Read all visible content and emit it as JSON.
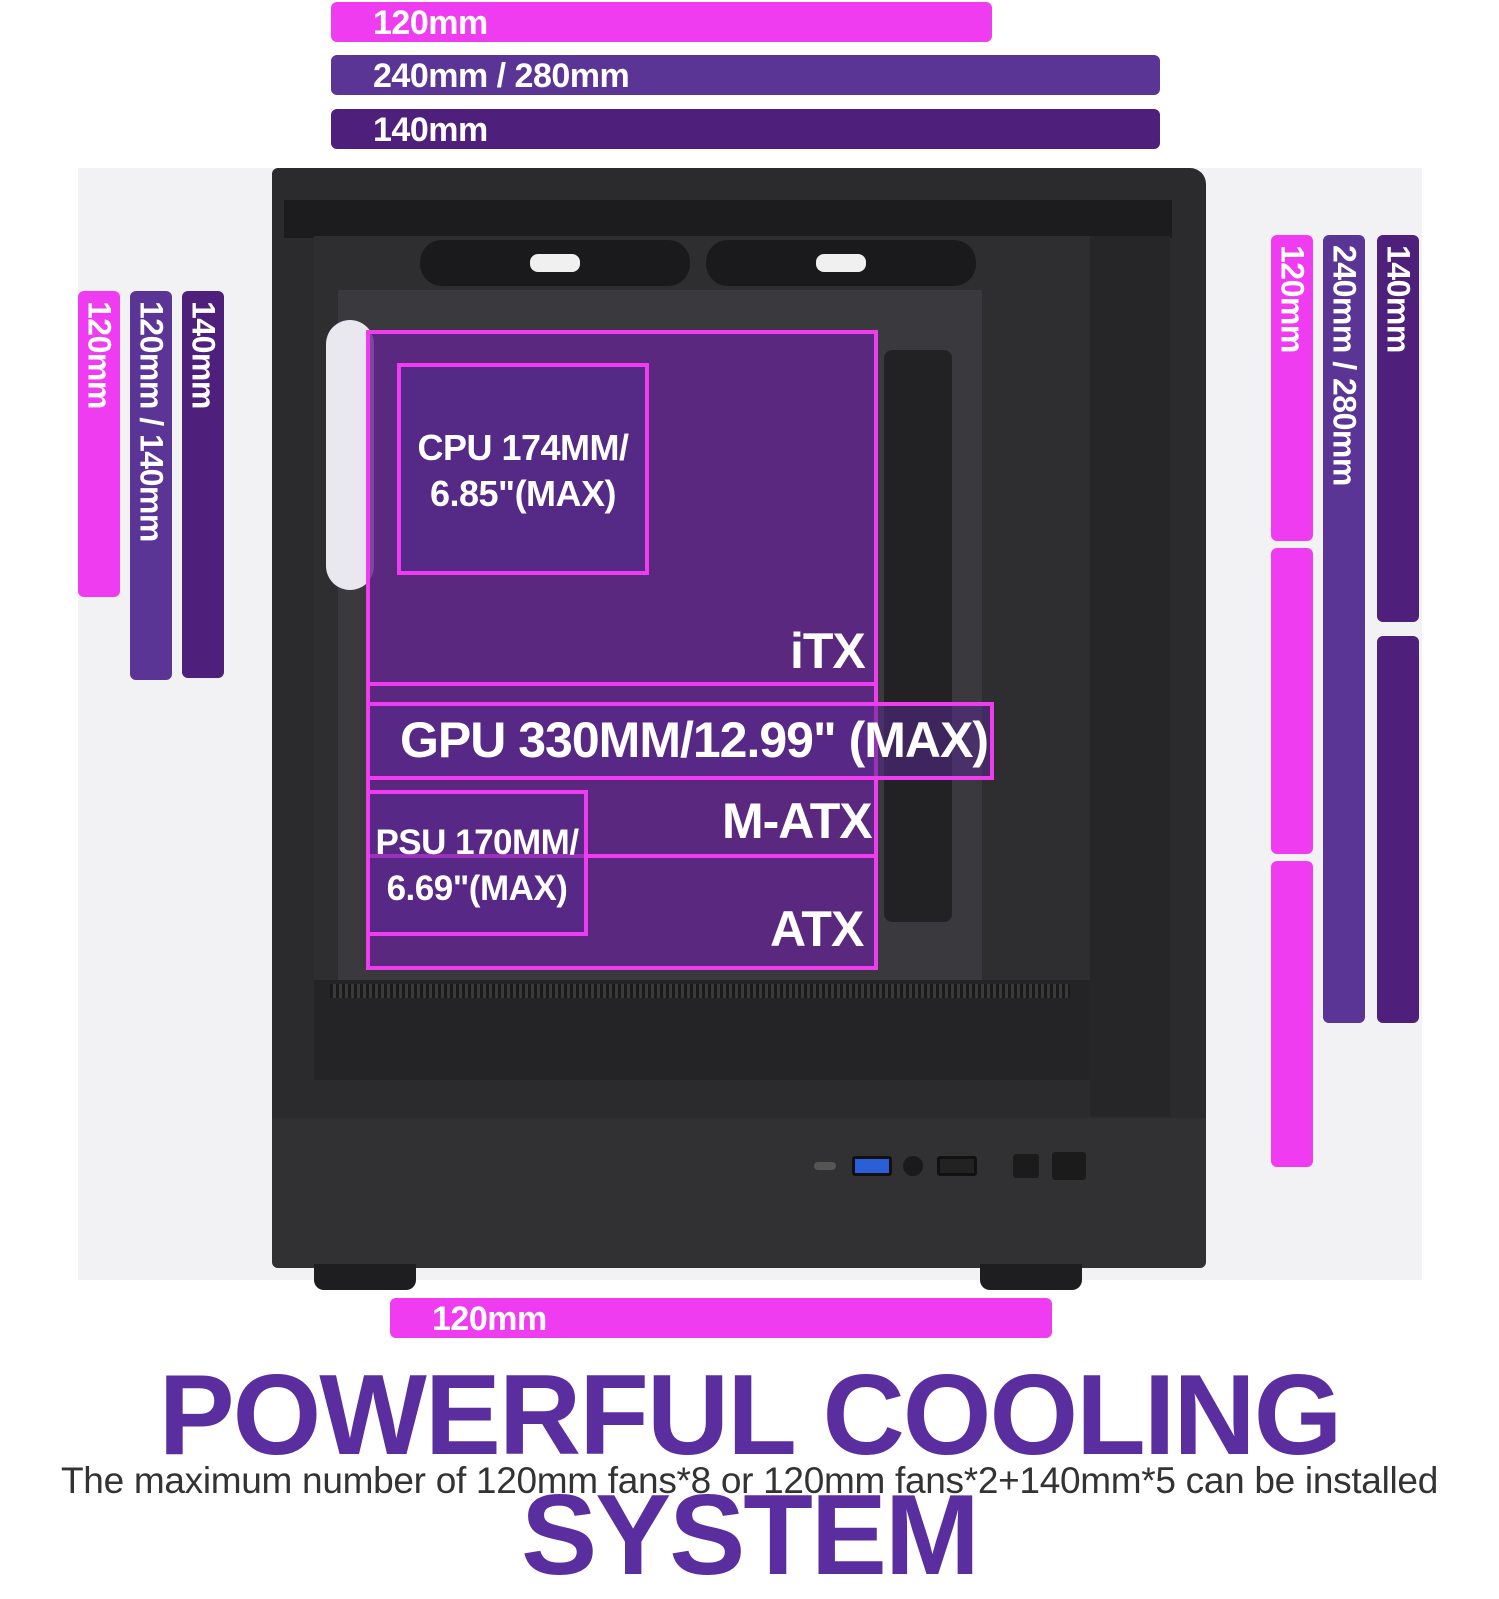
{
  "colors": {
    "pink": "#f03cf0",
    "violet": "#5b3596",
    "purple": "#4f1f7c",
    "title": "#5b2ea0",
    "case": "#2b2b2d"
  },
  "top_fans": {
    "row1_label": "120mm",
    "row2_label": "240mm / 280mm",
    "row3_label": "140mm"
  },
  "left_fans": {
    "label_a": "120mm",
    "label_b": "120mm / 140mm",
    "label_c": "140mm"
  },
  "right_fans": {
    "label_a": "120mm",
    "label_b": "240mm / 280mm",
    "label_c": "140mm"
  },
  "bottom_fans": {
    "label": "120mm"
  },
  "overlays": {
    "cpu_line1": "CPU 174MM/",
    "cpu_line2": "6.85\"(MAX)",
    "gpu": "GPU 330MM/12.99\" (MAX)",
    "psu_line1": "PSU 170MM/",
    "psu_line2": "6.69\"(MAX)",
    "itx": "iTX",
    "matx": "M-ATX",
    "atx": "ATX"
  },
  "title": "POWERFUL COOLING SYSTEM",
  "subtitle": "The maximum number of 120mm fans*8 or 120mm fans*2+140mm*5 can be installed"
}
